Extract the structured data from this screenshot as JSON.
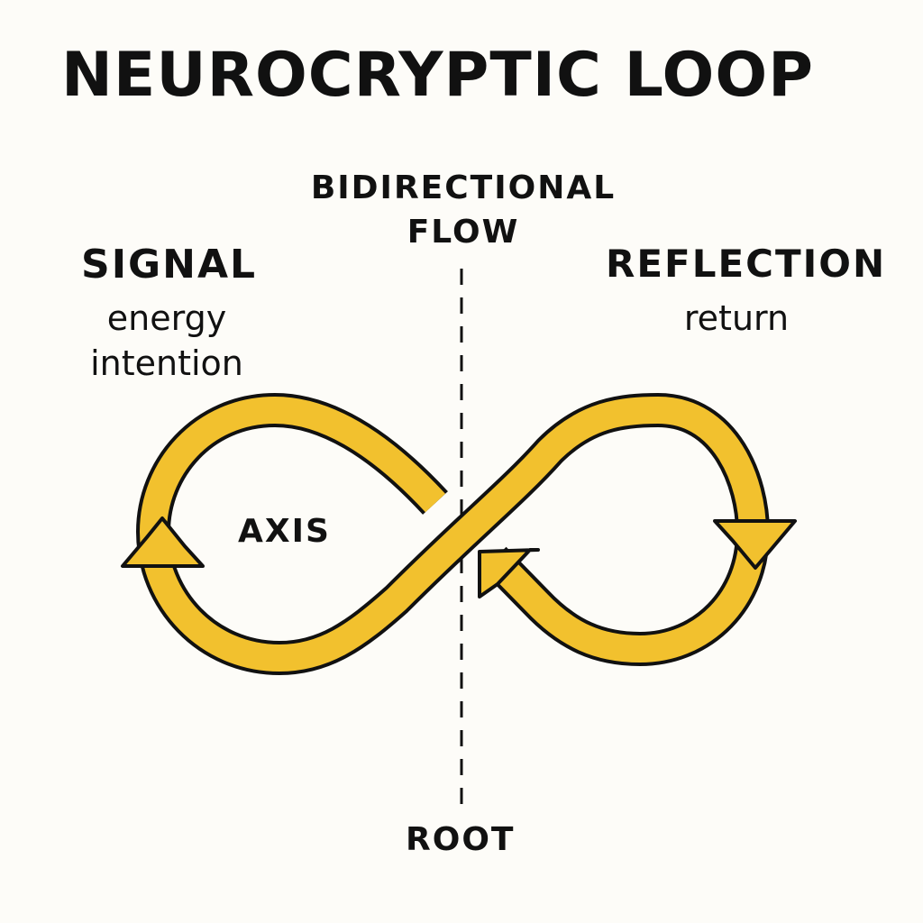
{
  "title": "NEUROCRYPTIC LOOP",
  "flow": {
    "line1": "BIDIRECTIONAL",
    "line2": "FLOW"
  },
  "signal": {
    "title": "SIGNAL",
    "line1": "energy",
    "line2": "intention"
  },
  "reflection": {
    "title": "REFLECTION",
    "line1": "return"
  },
  "axis": "AXIS",
  "root": "ROOT",
  "colors": {
    "loop_fill": "#F2C12E",
    "outline": "#111111",
    "background": "#FDFCF8"
  },
  "icons": {
    "loop": "infinity-loop-icon",
    "arrows": "arrowhead-icon"
  }
}
